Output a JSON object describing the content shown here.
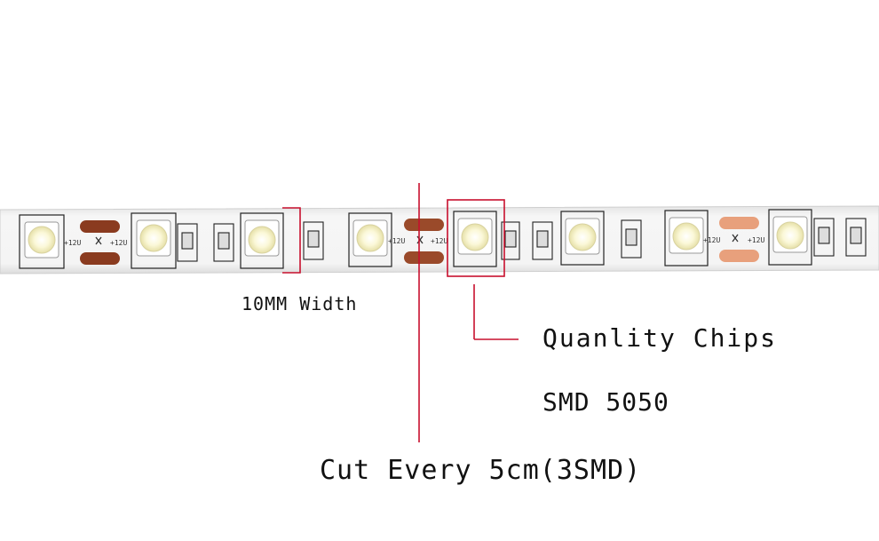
{
  "strip": {
    "voltage_mark": "+12U",
    "chip_count": 8,
    "pad_colors": [
      "#8a3b1f",
      "#9a4a2a",
      "#e8a07c"
    ]
  },
  "annotations": {
    "width_label": "10MM Width",
    "chips_label": "Quanlity Chips",
    "smd_label": "SMD 5050",
    "cut_label": "Cut Every 5cm(3SMD)"
  },
  "colors": {
    "annotation_line": "#c8102e",
    "strip_base": "#f2f2f2",
    "led_glow": "#f7f4c9"
  }
}
